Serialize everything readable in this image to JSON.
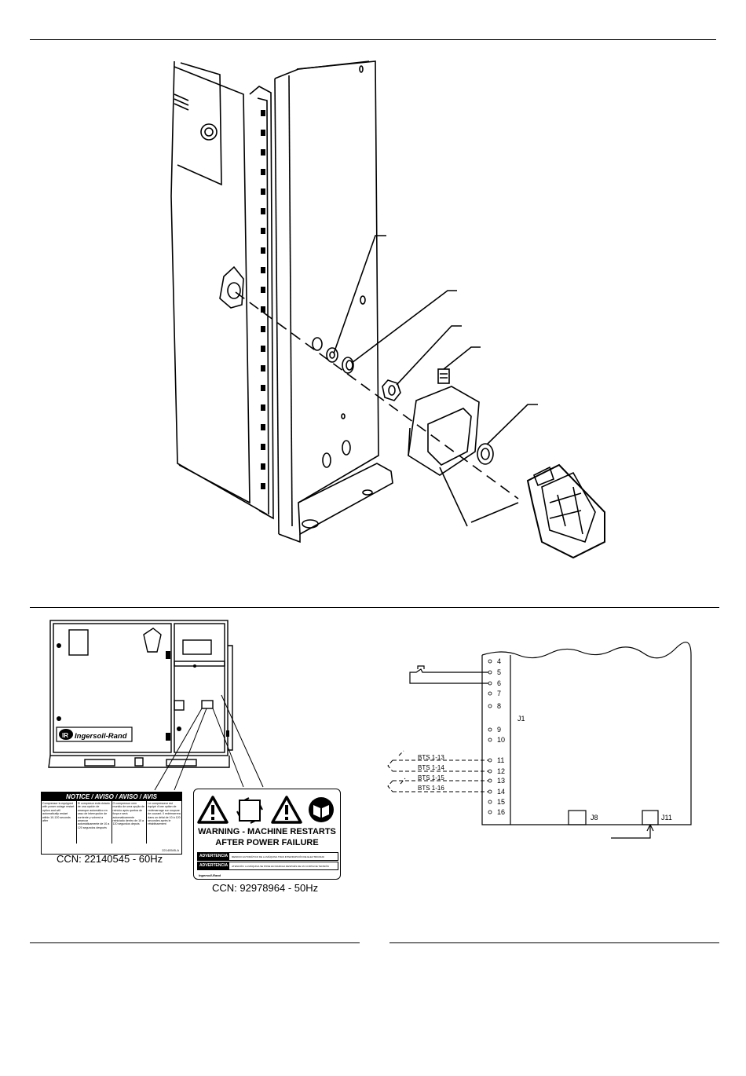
{
  "notice_label": {
    "header": "NOTICE / AVISO / AVISO / AVIS",
    "columns": [
      "Compressor is equipped with power outage restart option and will automatically restart within 10-120 seconds after",
      "El compresor está dotado de una opción de arranque automático en caso de interrupción de corriente y volverá a arrancar automáticamente de 10 a 120 segundos después",
      "O compressor vem munido de uma opção de reinício após quebra de força e será automaticamente reiniciado dentro de 10 a 120 segundos depois",
      "Le compresseur est équipé d'une option de redémarrage sur coupure de courant. Il redémarrera dans un délai de 10 à 120 secondes après le rétablissement"
    ],
    "part_no": "22140545-A",
    "ccn": "CCN: 22140545 - 60Hz"
  },
  "warning_label": {
    "line1": "WARNING - MACHINE RESTARTS",
    "line2": "AFTER POWER FAILURE",
    "adv1_tag": "ADVERTENCIA",
    "adv1_text": "REINICIO AUTOMÁTICO DE LA MÁQUINA TRAS INTERRUPCIÓN DE ELECTRICIDAD",
    "adv2_tag": "ADVERTENCIA",
    "adv2_text": "ATENCIÓN: LA MÁQUINA SE PONE EN MARCHA DESPUÉS DE UN CORTE DE TENSIÓN",
    "ccn": "CCN: 92978964 - 50Hz"
  },
  "brand": "Ingersoll-Rand",
  "schematic": {
    "terminals": [
      "4",
      "5",
      "6",
      "7",
      "8",
      "9",
      "10",
      "11",
      "12",
      "13",
      "14",
      "15",
      "16"
    ],
    "board_label": "J1",
    "connectors": [
      "J8",
      "J11"
    ],
    "bts_labels": [
      "BTS 1-13",
      "BTS 1-14",
      "BTS 1-15",
      "BTS 1-16"
    ]
  }
}
